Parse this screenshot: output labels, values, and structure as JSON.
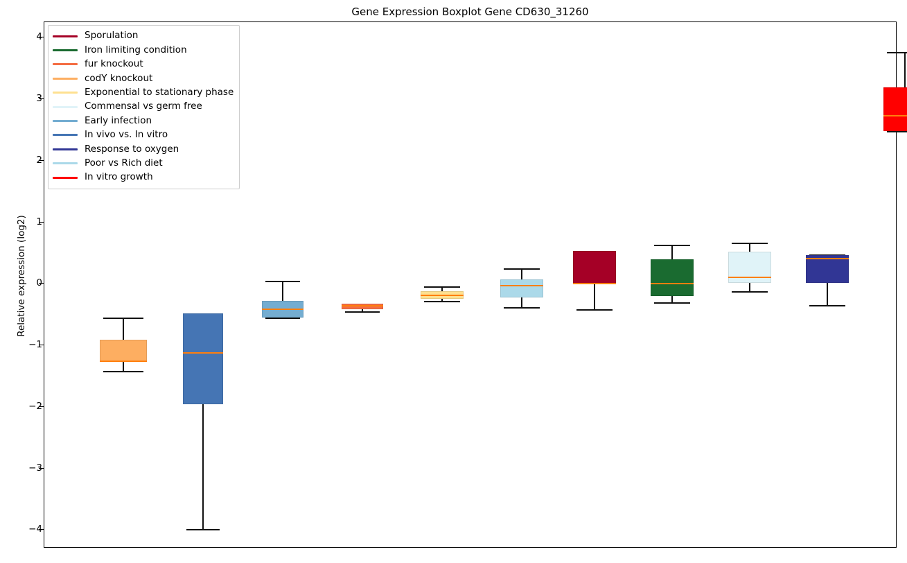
{
  "chart_data": {
    "type": "box",
    "title": "Gene Expression Boxplot Gene CD630_31260",
    "xlabel": "",
    "ylabel": "Relative expression (log2)",
    "ylim": [
      -4.3,
      4.25
    ],
    "yticks": [
      4,
      3,
      2,
      1,
      0,
      -1,
      -2,
      -3,
      -4
    ],
    "ytick_labels": [
      "4",
      "3",
      "2",
      "1",
      "0",
      "−1",
      "−2",
      "−3",
      "−4"
    ],
    "grid": false,
    "legend_position": "upper left",
    "median_color": "#ff7f0e",
    "whisker_color": "#111111",
    "legend_entries": [
      {
        "label": "Sporulation",
        "color": "#a50026"
      },
      {
        "label": "Iron limiting condition",
        "color": "#1a6b30"
      },
      {
        "label": "fur knockout",
        "color": "#f46d43"
      },
      {
        "label": "codY knockout",
        "color": "#fdae61"
      },
      {
        "label": "Exponential to stationary phase",
        "color": "#fee090"
      },
      {
        "label": "Commensal vs germ free",
        "color": "#e0f3f8"
      },
      {
        "label": "Early infection",
        "color": "#74add1"
      },
      {
        "label": "In vivo vs. In vitro",
        "color": "#4575b4"
      },
      {
        "label": "Response to oxygen",
        "color": "#313695"
      },
      {
        "label": "Poor vs Rich diet",
        "color": "#abd9e9"
      },
      {
        "label": "In vitro growth",
        "color": "#ff0000"
      }
    ],
    "boxes": [
      {
        "name": "codY knockout",
        "color": "#fdae61",
        "center": 114,
        "width": 68,
        "q1": -1.27,
        "median": -1.26,
        "q3": -0.91,
        "whisker_low": -1.42,
        "whisker_high": -0.55
      },
      {
        "name": "In vivo vs. In vitro",
        "color": "#4575b4",
        "center": 229,
        "width": 58,
        "q1": -1.96,
        "median": -1.12,
        "q3": -0.48,
        "whisker_low": -3.98,
        "whisker_high": -0.48
      },
      {
        "name": "Early infection",
        "color": "#74add1",
        "center": 344,
        "width": 60,
        "q1": -0.55,
        "median": -0.41,
        "q3": -0.28,
        "whisker_low": -0.55,
        "whisker_high": 0.05
      },
      {
        "name": "fur knockout",
        "color": "#f46d43",
        "center": 459,
        "width": 60,
        "q1": -0.41,
        "median": -0.36,
        "q3": -0.32,
        "whisker_low": -0.45,
        "whisker_high": -0.32
      },
      {
        "name": "Exponential to stationary phase",
        "color": "#fee090",
        "center": 574,
        "width": 62,
        "q1": -0.24,
        "median": -0.19,
        "q3": -0.12,
        "whisker_low": -0.28,
        "whisker_high": -0.04
      },
      {
        "name": "Poor vs Rich diet",
        "color": "#abd9e9",
        "center": 689,
        "width": 62,
        "q1": -0.22,
        "median": -0.03,
        "q3": 0.07,
        "whisker_low": -0.38,
        "whisker_high": 0.25
      },
      {
        "name": "Sporulation",
        "color": "#a50026",
        "center": 794,
        "width": 62,
        "q1": -0.01,
        "median": 0.0,
        "q3": 0.53,
        "whisker_low": -0.41,
        "whisker_high": 0.53
      },
      {
        "name": "Iron limiting condition",
        "color": "#1a6b30",
        "center": 906,
        "width": 62,
        "q1": -0.2,
        "median": 0.0,
        "q3": 0.4,
        "whisker_low": -0.3,
        "whisker_high": 0.63
      },
      {
        "name": "Commensal vs germ free",
        "color": "#e0f3f8",
        "center": 1018,
        "width": 62,
        "q1": 0.01,
        "median": 0.11,
        "q3": 0.52,
        "whisker_low": -0.12,
        "whisker_high": 0.67
      },
      {
        "name": "Response to oxygen",
        "color": "#313695",
        "center": 1130,
        "width": 62,
        "q1": 0.01,
        "median": 0.41,
        "q3": 0.46,
        "whisker_low": -0.35,
        "whisker_high": 0.48
      },
      {
        "name": "In vitro growth",
        "color": "#ff0000",
        "center": 1242,
        "width": 62,
        "q1": 2.48,
        "median": 2.73,
        "q3": 3.19,
        "whisker_low": 2.48,
        "whisker_high": 3.76
      }
    ]
  }
}
